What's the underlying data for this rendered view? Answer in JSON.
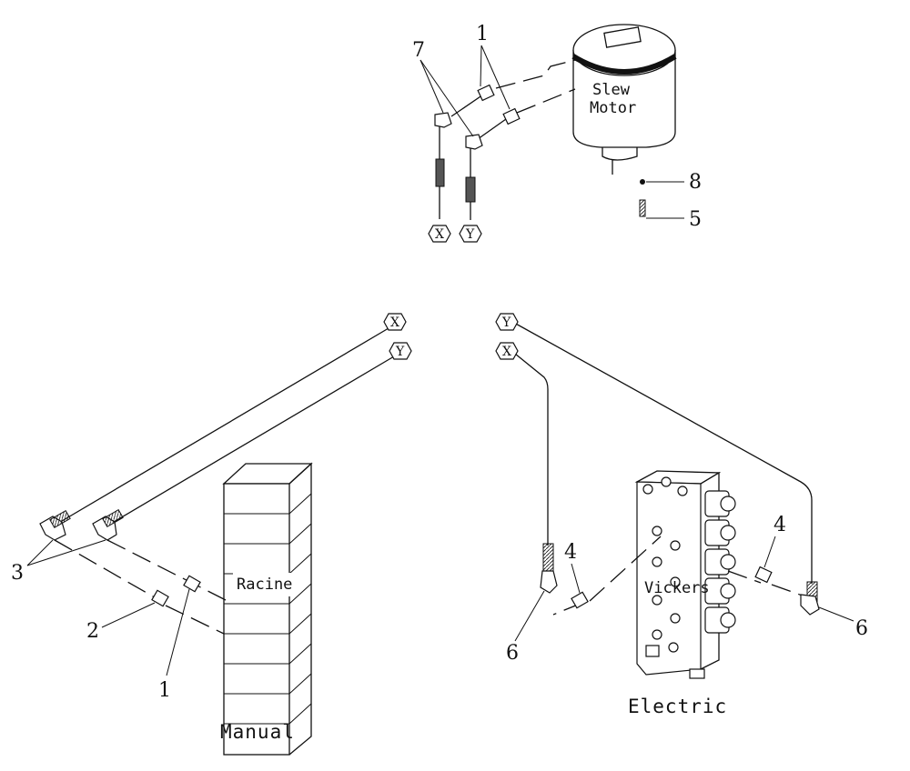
{
  "labels": {
    "motor": [
      "Slew",
      "Motor"
    ],
    "racine": "Racine",
    "vickers": "Vickers"
  },
  "captions": {
    "manual": "Manual",
    "electric": "Electric"
  },
  "connectors": {
    "x": "X",
    "y": "Y"
  },
  "callouts": {
    "c1_top": "1",
    "c7": "7",
    "c8": "8",
    "c5": "5",
    "c3": "3",
    "c2": "2",
    "c1_manual": "1",
    "c4_left": "4",
    "c4_right": "4",
    "c6_left": "6",
    "c6_right": "6"
  }
}
